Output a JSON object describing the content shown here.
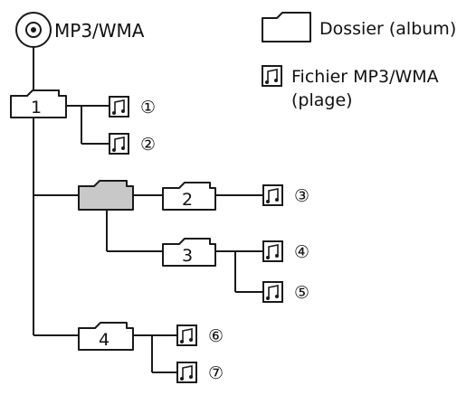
{
  "root": {
    "label": "MP3/WMA",
    "icon": "disc-icon"
  },
  "legend": {
    "folder": {
      "label": "Dossier (album)",
      "icon": "folder-icon"
    },
    "file": {
      "label_line1": "Fichier MP3/WMA",
      "label_line2": "(plage)",
      "icon": "music-file-icon"
    }
  },
  "folders": [
    {
      "id": "f1",
      "label": "1"
    },
    {
      "id": "fg",
      "label": ""
    },
    {
      "id": "f2",
      "label": "2"
    },
    {
      "id": "f3",
      "label": "3"
    },
    {
      "id": "f4",
      "label": "4"
    }
  ],
  "files": [
    {
      "id": "t1",
      "label": "①"
    },
    {
      "id": "t2",
      "label": "②"
    },
    {
      "id": "t3",
      "label": "③"
    },
    {
      "id": "t4",
      "label": "④"
    },
    {
      "id": "t5",
      "label": "⑤"
    },
    {
      "id": "t6",
      "label": "⑥"
    },
    {
      "id": "t7",
      "label": "⑦"
    }
  ],
  "colors": {
    "line": "#1a1a1a",
    "highlight_folder": "#c8c8c8",
    "background": "#ffffff"
  }
}
